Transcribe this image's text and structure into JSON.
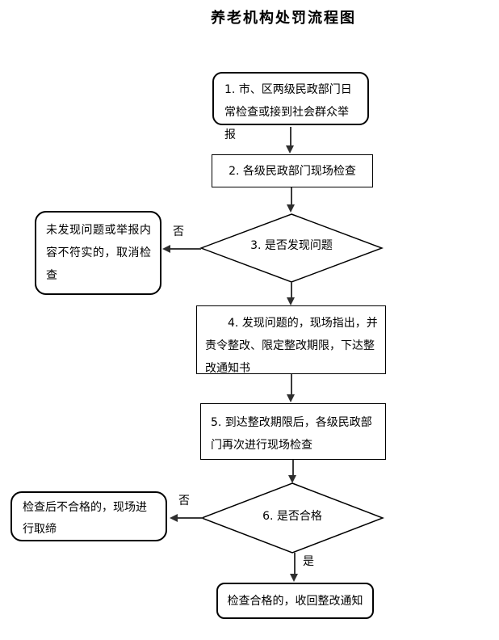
{
  "title": "养老机构处罚流程图",
  "flow": {
    "step1": "1. 市、区两级民政部门日常检查或接到社会群众举报",
    "step2": "2. 各级民政部门现场检查",
    "decision3": "3. 是否发现问题",
    "cancel_note": "未发现问题或举报内容不符实的，取消检查",
    "step4_line1": "4. 发现问题的，现场指出，并",
    "step4_rest": "责令整改、限定整改期限，下达整改通知书",
    "step5": "5. 到达整改期限后，各级民政部门再次进行现场检查",
    "decision6": "6. 是否合格",
    "ban_note": "检查后不合格的，现场进行取缔",
    "end": "检查合格的，收回整改通知"
  },
  "labels": {
    "no_3": "否",
    "no_6": "否",
    "yes_6": "是"
  },
  "colors": {
    "background": "#ffffff",
    "border": "#000000",
    "arrow": "#3a3a3a",
    "text": "#000000"
  }
}
